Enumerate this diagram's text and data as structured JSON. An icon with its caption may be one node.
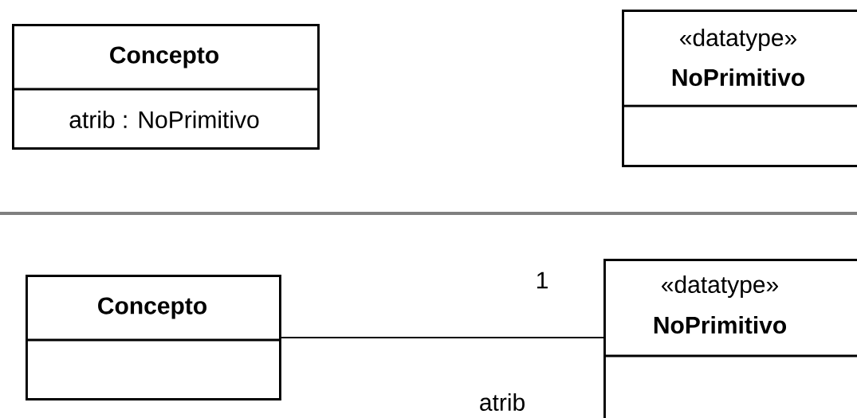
{
  "diagram": {
    "nodes": [
      {
        "text": [
          "Concepto",
          "atrib : NoPrimitivo"
        ]
      },
      {
        "text": [
          "«datatype»",
          "NoPrimitivo"
        ]
      },
      {
        "text": [
          "Concepto"
        ]
      },
      {
        "text": [
          "«datatype»",
          "NoPrimitivo"
        ]
      }
    ],
    "edges": [
      {
        "from": 2,
        "to": 3,
        "arrow": "none"
      }
    ],
    "labels": [
      "1",
      "atrib"
    ]
  }
}
